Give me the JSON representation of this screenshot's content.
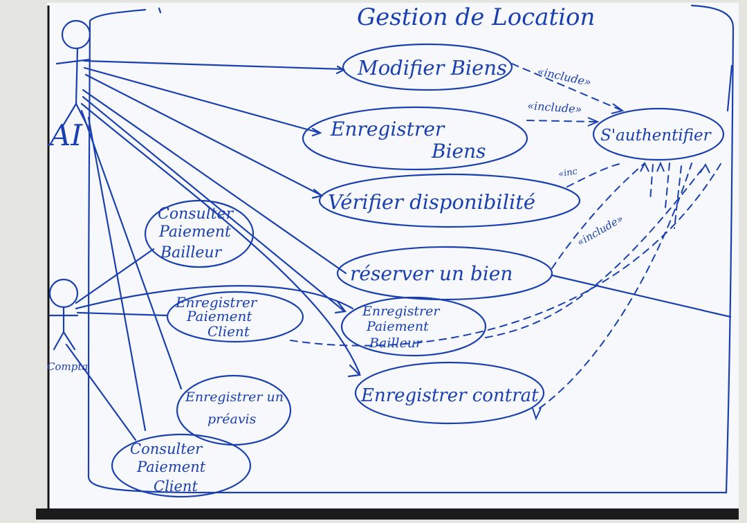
{
  "diagram": {
    "title": "Gestion de Location",
    "actors": [
      {
        "id": "ai",
        "label": "AI"
      },
      {
        "id": "compta",
        "label": "Compta"
      }
    ],
    "use_cases": [
      {
        "id": "uc_modifier",
        "lines": [
          "Modifier Biens"
        ]
      },
      {
        "id": "uc_enreg_biens",
        "lines": [
          "Enregistrer",
          "Biens"
        ]
      },
      {
        "id": "uc_auth",
        "lines": [
          "S'authentifier"
        ]
      },
      {
        "id": "uc_verifier",
        "lines": [
          "Vérifier disponibilité"
        ]
      },
      {
        "id": "uc_consulter_bailleur",
        "lines": [
          "Consulter",
          "Paiement",
          "Bailleur"
        ]
      },
      {
        "id": "uc_reserver",
        "lines": [
          "réserver un bien"
        ]
      },
      {
        "id": "uc_enreg_pay_client",
        "lines": [
          "Enregistrer",
          "Paiement",
          "Client"
        ]
      },
      {
        "id": "uc_enreg_pay_bailleur",
        "lines": [
          "Enregistrer",
          "Paiement",
          "Bailleur"
        ]
      },
      {
        "id": "uc_contrat",
        "lines": [
          "Enregistrer contrat"
        ]
      },
      {
        "id": "uc_preavis",
        "lines": [
          "Enregistrer un",
          "préavis"
        ]
      },
      {
        "id": "uc_consulter_client",
        "lines": [
          "Consulter",
          "Paiement",
          "Client"
        ]
      }
    ],
    "relation_labels": {
      "include_1": "«include»",
      "include_2": "«include»",
      "include_3": "«inc",
      "include_4": "«include»"
    },
    "colors": {
      "ink": "#1a3fae",
      "board": "#f7f8fb",
      "wall": "#e9e9e6"
    }
  }
}
